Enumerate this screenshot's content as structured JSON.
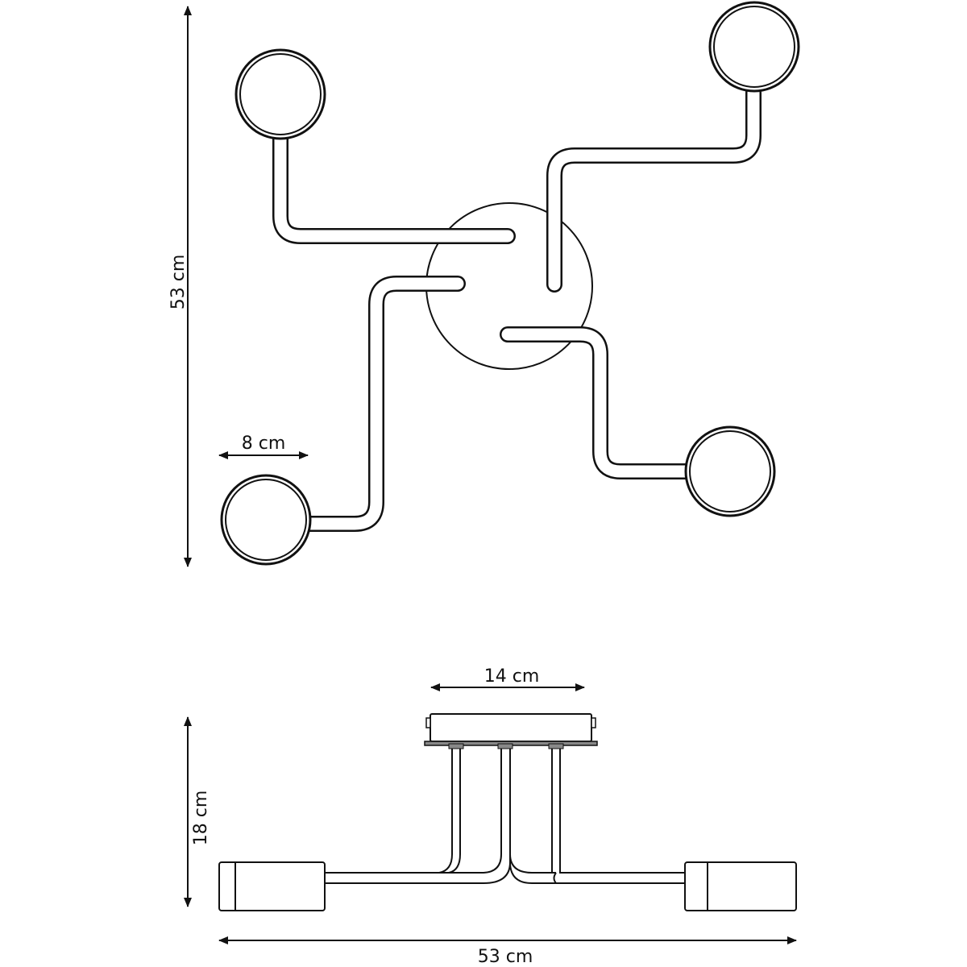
{
  "diagram": {
    "top_view": {
      "height_dimension": "53 cm",
      "arm_offset_dimension": "8 cm"
    },
    "side_view": {
      "canopy_width_dimension": "14 cm",
      "height_dimension": "18 cm",
      "width_dimension": "53 cm"
    },
    "colors": {
      "line": "#111111",
      "background": "#ffffff"
    }
  }
}
